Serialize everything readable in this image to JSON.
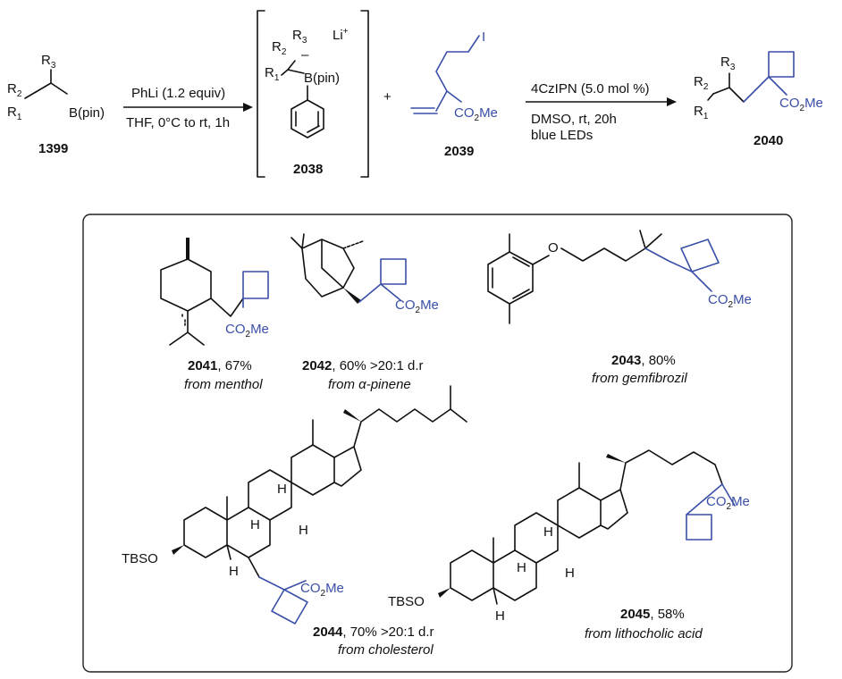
{
  "scheme": {
    "reactant": {
      "r3": "R3",
      "r2": "R2",
      "r1": "R1",
      "group": "B(pin)",
      "id": "1399"
    },
    "step1": {
      "reagent": "PhLi (1.2 equiv)",
      "conditions": "THF, 0°C to rt, 1h"
    },
    "intermediate": {
      "r3": "R3",
      "r2": "R2",
      "r1": "R1",
      "counterion": "Li+",
      "boron": "B(pin)",
      "id": "2038"
    },
    "plus": "+",
    "reagent": {
      "ester": "CO2Me",
      "halogen": "I",
      "id": "2039"
    },
    "step2": {
      "catalyst": "4CzIPN (5.0 mol %)",
      "conditions": "DMSO, rt, 20h",
      "light": "blue LEDs"
    },
    "product": {
      "r3": "R3",
      "r2": "R2",
      "r1": "R1",
      "ester": "CO2Me",
      "id": "2040"
    }
  },
  "examples": [
    {
      "id": "2041",
      "yield": ", 67%",
      "source": "from menthol"
    },
    {
      "id": "2042",
      "yield": ", 60% >20:1 d.r",
      "source": "from α-pinene"
    },
    {
      "id": "2043",
      "yield": ", 80%",
      "source": "from gemfibrozil"
    },
    {
      "id": "2044",
      "yield": ", 70% >20:1 d.r",
      "source": "from cholesterol"
    },
    {
      "id": "2045",
      "yield": ", 58%",
      "source": "from lithocholic acid"
    }
  ],
  "labels": {
    "co2me": "CO2Me",
    "tbso": "TBSO",
    "h": "H",
    "o": "O"
  },
  "colors": {
    "accent_blue": "#3a4fa8",
    "text": "#111111"
  }
}
